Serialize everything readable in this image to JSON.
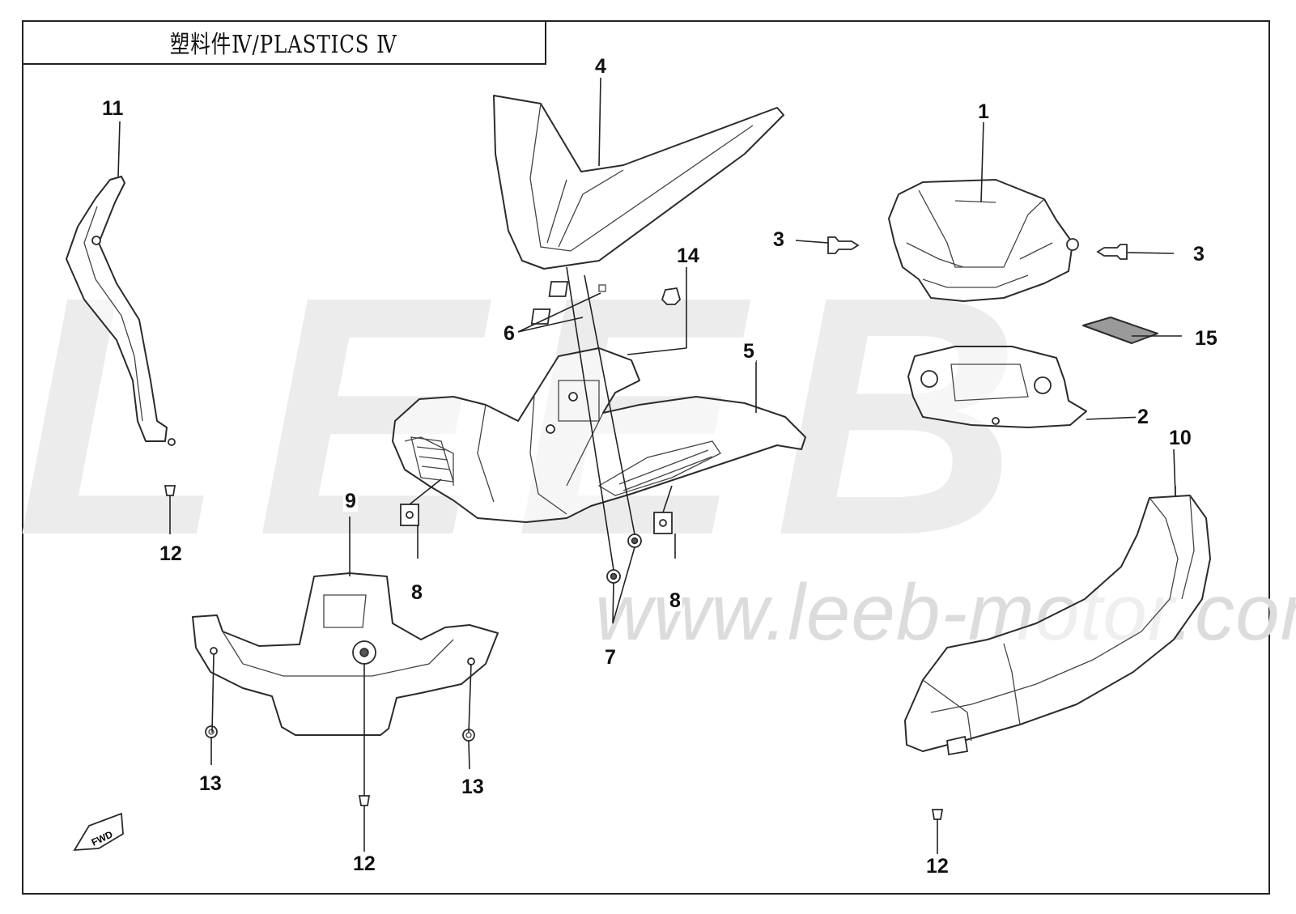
{
  "title": "塑料件Ⅳ/PLASTICS Ⅳ",
  "watermark": {
    "text": "LEEB",
    "url": "www.leeb-motor.com"
  },
  "fwd_marker": "FWD",
  "callouts": [
    "1",
    "2",
    "3",
    "3",
    "4",
    "5",
    "6",
    "7",
    "8",
    "8",
    "9",
    "10",
    "11",
    "12",
    "12",
    "12",
    "13",
    "13",
    "14",
    "15"
  ],
  "colors": {
    "line": "#2b2b2b",
    "watermark": "#ececec"
  }
}
